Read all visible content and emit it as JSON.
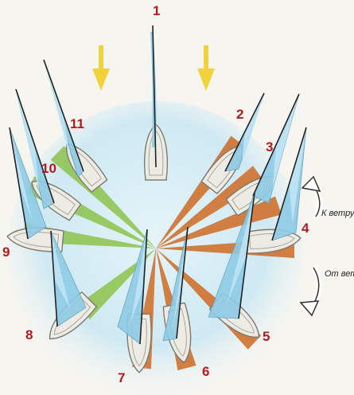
{
  "positions": [
    {
      "number": "1"
    },
    {
      "number": "2"
    },
    {
      "number": "3"
    },
    {
      "number": "4"
    },
    {
      "number": "5"
    },
    {
      "number": "6"
    },
    {
      "number": "7"
    },
    {
      "number": "8"
    },
    {
      "number": "9"
    },
    {
      "number": "10"
    },
    {
      "number": "11"
    }
  ],
  "labels": {
    "toward_wind": "К ветру",
    "from_wind": "От ветра"
  },
  "colors": {
    "number": "#b3191e",
    "circle": "#d4ecf4",
    "sail": "#8fcbe6",
    "sail_light": "#c2e5f4",
    "hull": "#ecebe4",
    "hull_stroke": "#7d7a70",
    "ray_green": "#8cc24a",
    "ray_orange": "#cf6a22",
    "wind_arrow": "#f2d23a"
  },
  "icons": [
    "wind-arrow-icon",
    "curved-arrow-up-icon",
    "curved-arrow-down-icon"
  ]
}
